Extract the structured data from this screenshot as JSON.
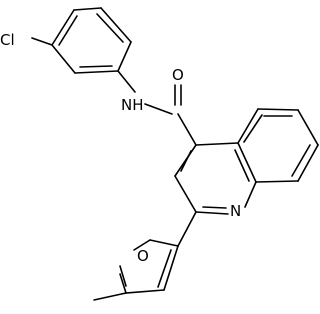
{
  "molecule": {
    "atom_labels": {
      "cl": "Cl",
      "nh": "NH",
      "o_carbonyl": "O",
      "n_ring": "N",
      "o_furan": "O"
    },
    "colors": {
      "bond": "#000000",
      "label": "#000000",
      "background": "#ffffff"
    }
  }
}
